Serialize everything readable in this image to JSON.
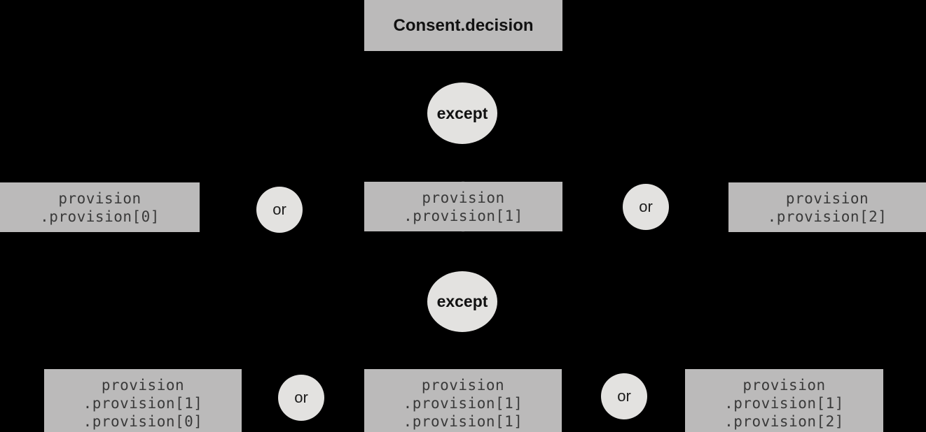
{
  "root": {
    "label": "Consent.decision"
  },
  "level1": {
    "operator": "except",
    "or_label": "or",
    "branches": [
      {
        "lines": [
          "provision",
          ".provision[0]"
        ]
      },
      {
        "lines": [
          "provision",
          ".provision[1]"
        ]
      },
      {
        "lines": [
          "provision",
          ".provision[2]"
        ]
      }
    ]
  },
  "level2": {
    "operator": "except",
    "or_label": "or",
    "branches": [
      {
        "lines": [
          "provision",
          ".provision[1]",
          ".provision[0]"
        ]
      },
      {
        "lines": [
          "provision",
          ".provision[1]",
          ".provision[1]"
        ]
      },
      {
        "lines": [
          "provision",
          ".provision[1]",
          ".provision[2]"
        ]
      }
    ]
  },
  "colors": {
    "background": "#000000",
    "box_bg": "#bbbaba",
    "circle_bg": "#e3e2e0",
    "box_text": "#3a3a3a",
    "label_text": "#111111"
  }
}
